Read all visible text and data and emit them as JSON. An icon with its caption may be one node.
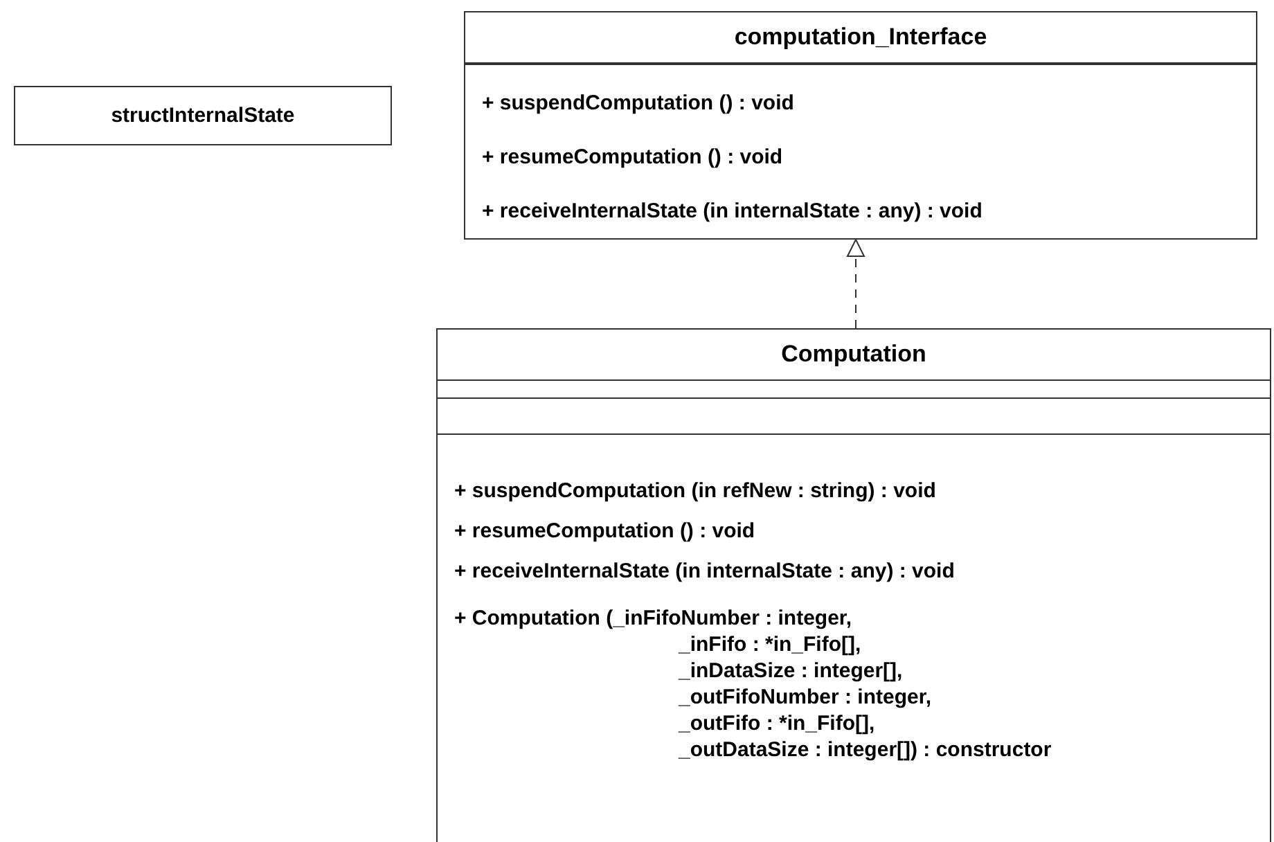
{
  "diagram": {
    "nodes": [
      {
        "text": [
          "structInternalState"
        ]
      },
      {
        "text": [
          "computation_Interface",
          "+ suspendComputation () : void",
          "+ resumeComputation () : void",
          "+ receiveInternalState (in internalState : any) : void"
        ]
      },
      {
        "text": [
          "Computation",
          "+ suspendComputation (in refNew : string) : void",
          "+ resumeComputation () : void",
          "+ receiveInternalState (in internalState : any) : void",
          "+ Computation (_inFifoNumber : integer, _inFifo : *in_Fifo[], _inDataSize : integer[], _outFifoNumber : integer, _outFifo : *in_Fifo[], _outDataSize : integer[]) : constructor"
        ]
      }
    ],
    "edges": [
      {
        "from": 2,
        "to": 1,
        "arrow": "to",
        "style": "dashed"
      }
    ]
  }
}
